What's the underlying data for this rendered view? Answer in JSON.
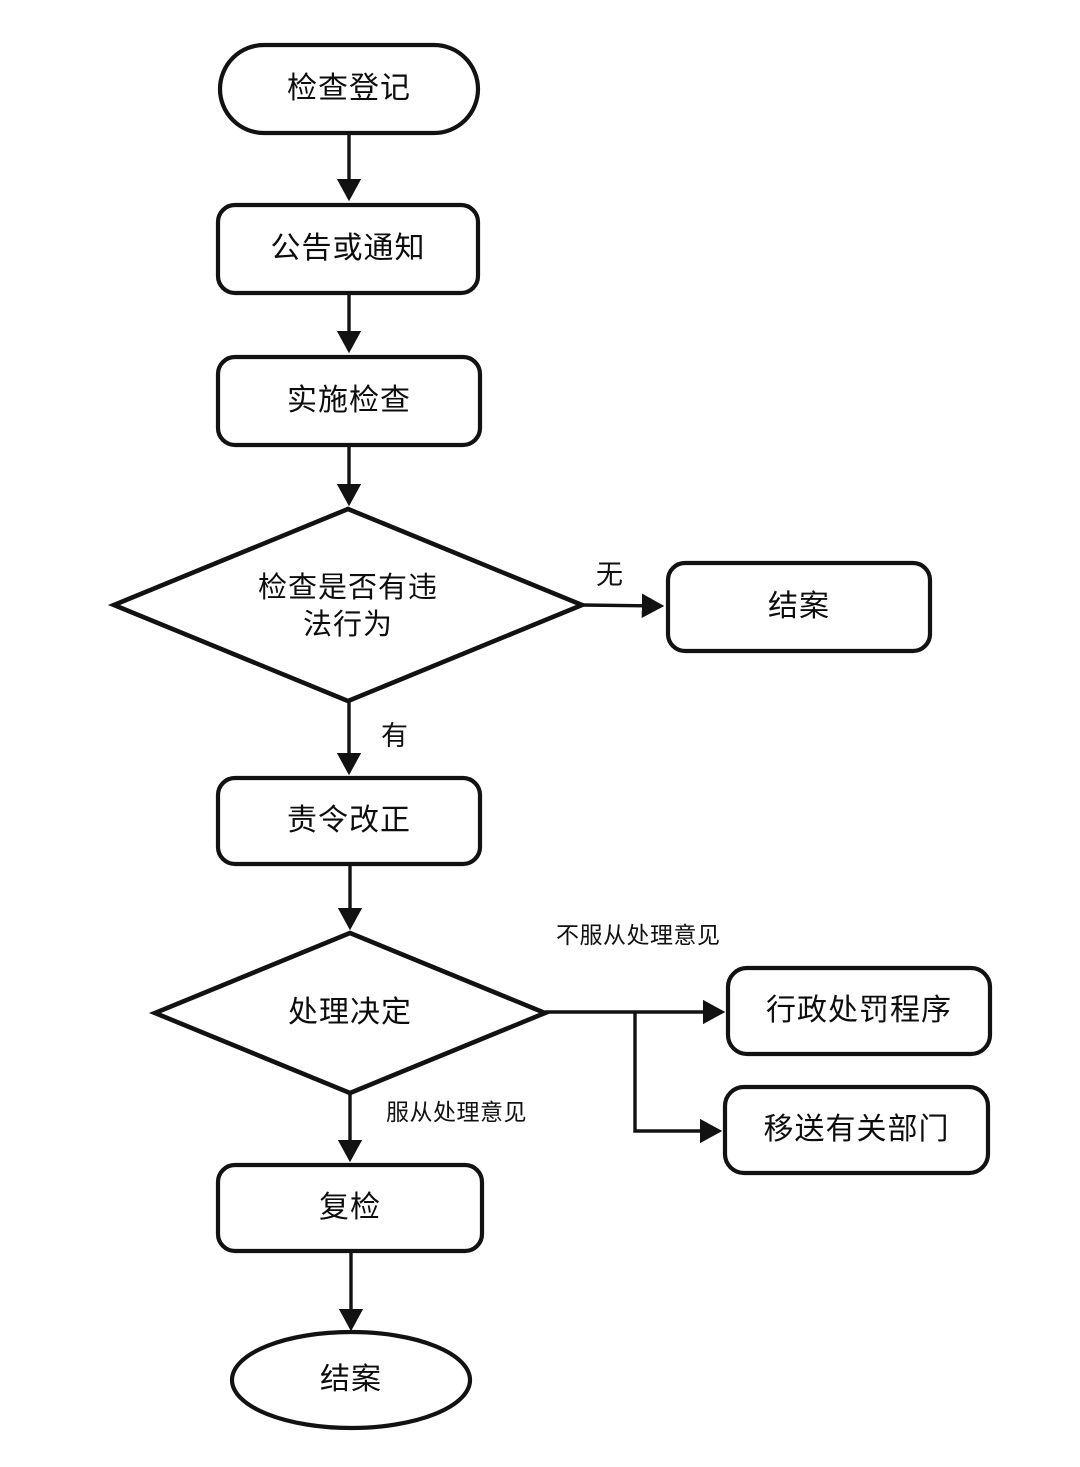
{
  "diagram": {
    "type": "flowchart",
    "orientation": "top-to-bottom",
    "stroke_color": "#121212",
    "fill_color": "#ffffff",
    "text_color": "#0d0d0d",
    "background": "#ffffff"
  },
  "nodes": [
    {
      "id": "n1",
      "shape": "stadium",
      "label": "检查登记"
    },
    {
      "id": "n2",
      "shape": "rounded-rect",
      "label": "公告或通知"
    },
    {
      "id": "n3",
      "shape": "rounded-rect",
      "label": "实施检查"
    },
    {
      "id": "n4",
      "shape": "diamond",
      "label": "检查是否有违\n法行为"
    },
    {
      "id": "n5",
      "shape": "rounded-rect",
      "label": "结案"
    },
    {
      "id": "n6",
      "shape": "rounded-rect",
      "label": "责令改正"
    },
    {
      "id": "n7",
      "shape": "diamond",
      "label": "处理决定"
    },
    {
      "id": "n8",
      "shape": "rounded-rect",
      "label": "行政处罚程序"
    },
    {
      "id": "n9",
      "shape": "rounded-rect",
      "label": "移送有关部门"
    },
    {
      "id": "n10",
      "shape": "rounded-rect",
      "label": "复检"
    },
    {
      "id": "n11",
      "shape": "ellipse",
      "label": "结案"
    }
  ],
  "edges": [
    {
      "from": "n1",
      "to": "n2",
      "label": ""
    },
    {
      "from": "n2",
      "to": "n3",
      "label": ""
    },
    {
      "from": "n3",
      "to": "n4",
      "label": ""
    },
    {
      "from": "n4",
      "to": "n5",
      "label": "无"
    },
    {
      "from": "n4",
      "to": "n6",
      "label": "有"
    },
    {
      "from": "n6",
      "to": "n7",
      "label": ""
    },
    {
      "from": "n7",
      "to": "n8",
      "label": "不服从处理意见"
    },
    {
      "from": "n7",
      "to": "n9",
      "label": ""
    },
    {
      "from": "n7",
      "to": "n10",
      "label": "服从处理意见"
    },
    {
      "from": "n10",
      "to": "n11",
      "label": ""
    }
  ],
  "edge_labels": {
    "no_violation": "无",
    "has_violation": "有",
    "reject_decision": "不服从处理意见",
    "accept_decision": "服从处理意见"
  }
}
